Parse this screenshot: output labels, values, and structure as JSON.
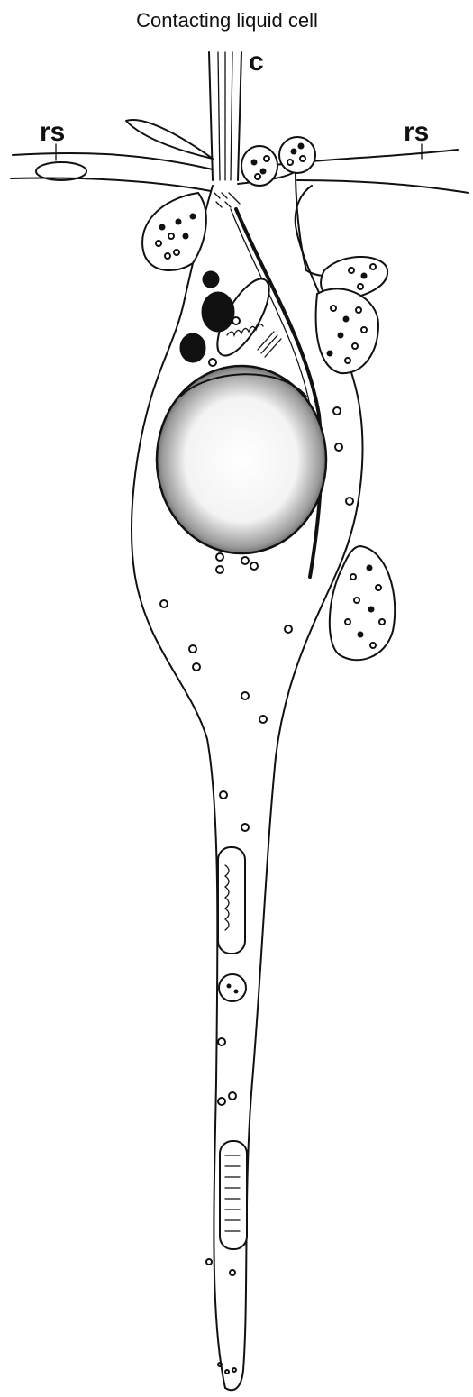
{
  "figure": {
    "title": "Contacting liquid cell",
    "labels": {
      "cilium": "c",
      "receptor_left": "rs",
      "receptor_right": "rs"
    }
  },
  "colors": {
    "ink": "#111111",
    "paper": "#ffffff"
  }
}
